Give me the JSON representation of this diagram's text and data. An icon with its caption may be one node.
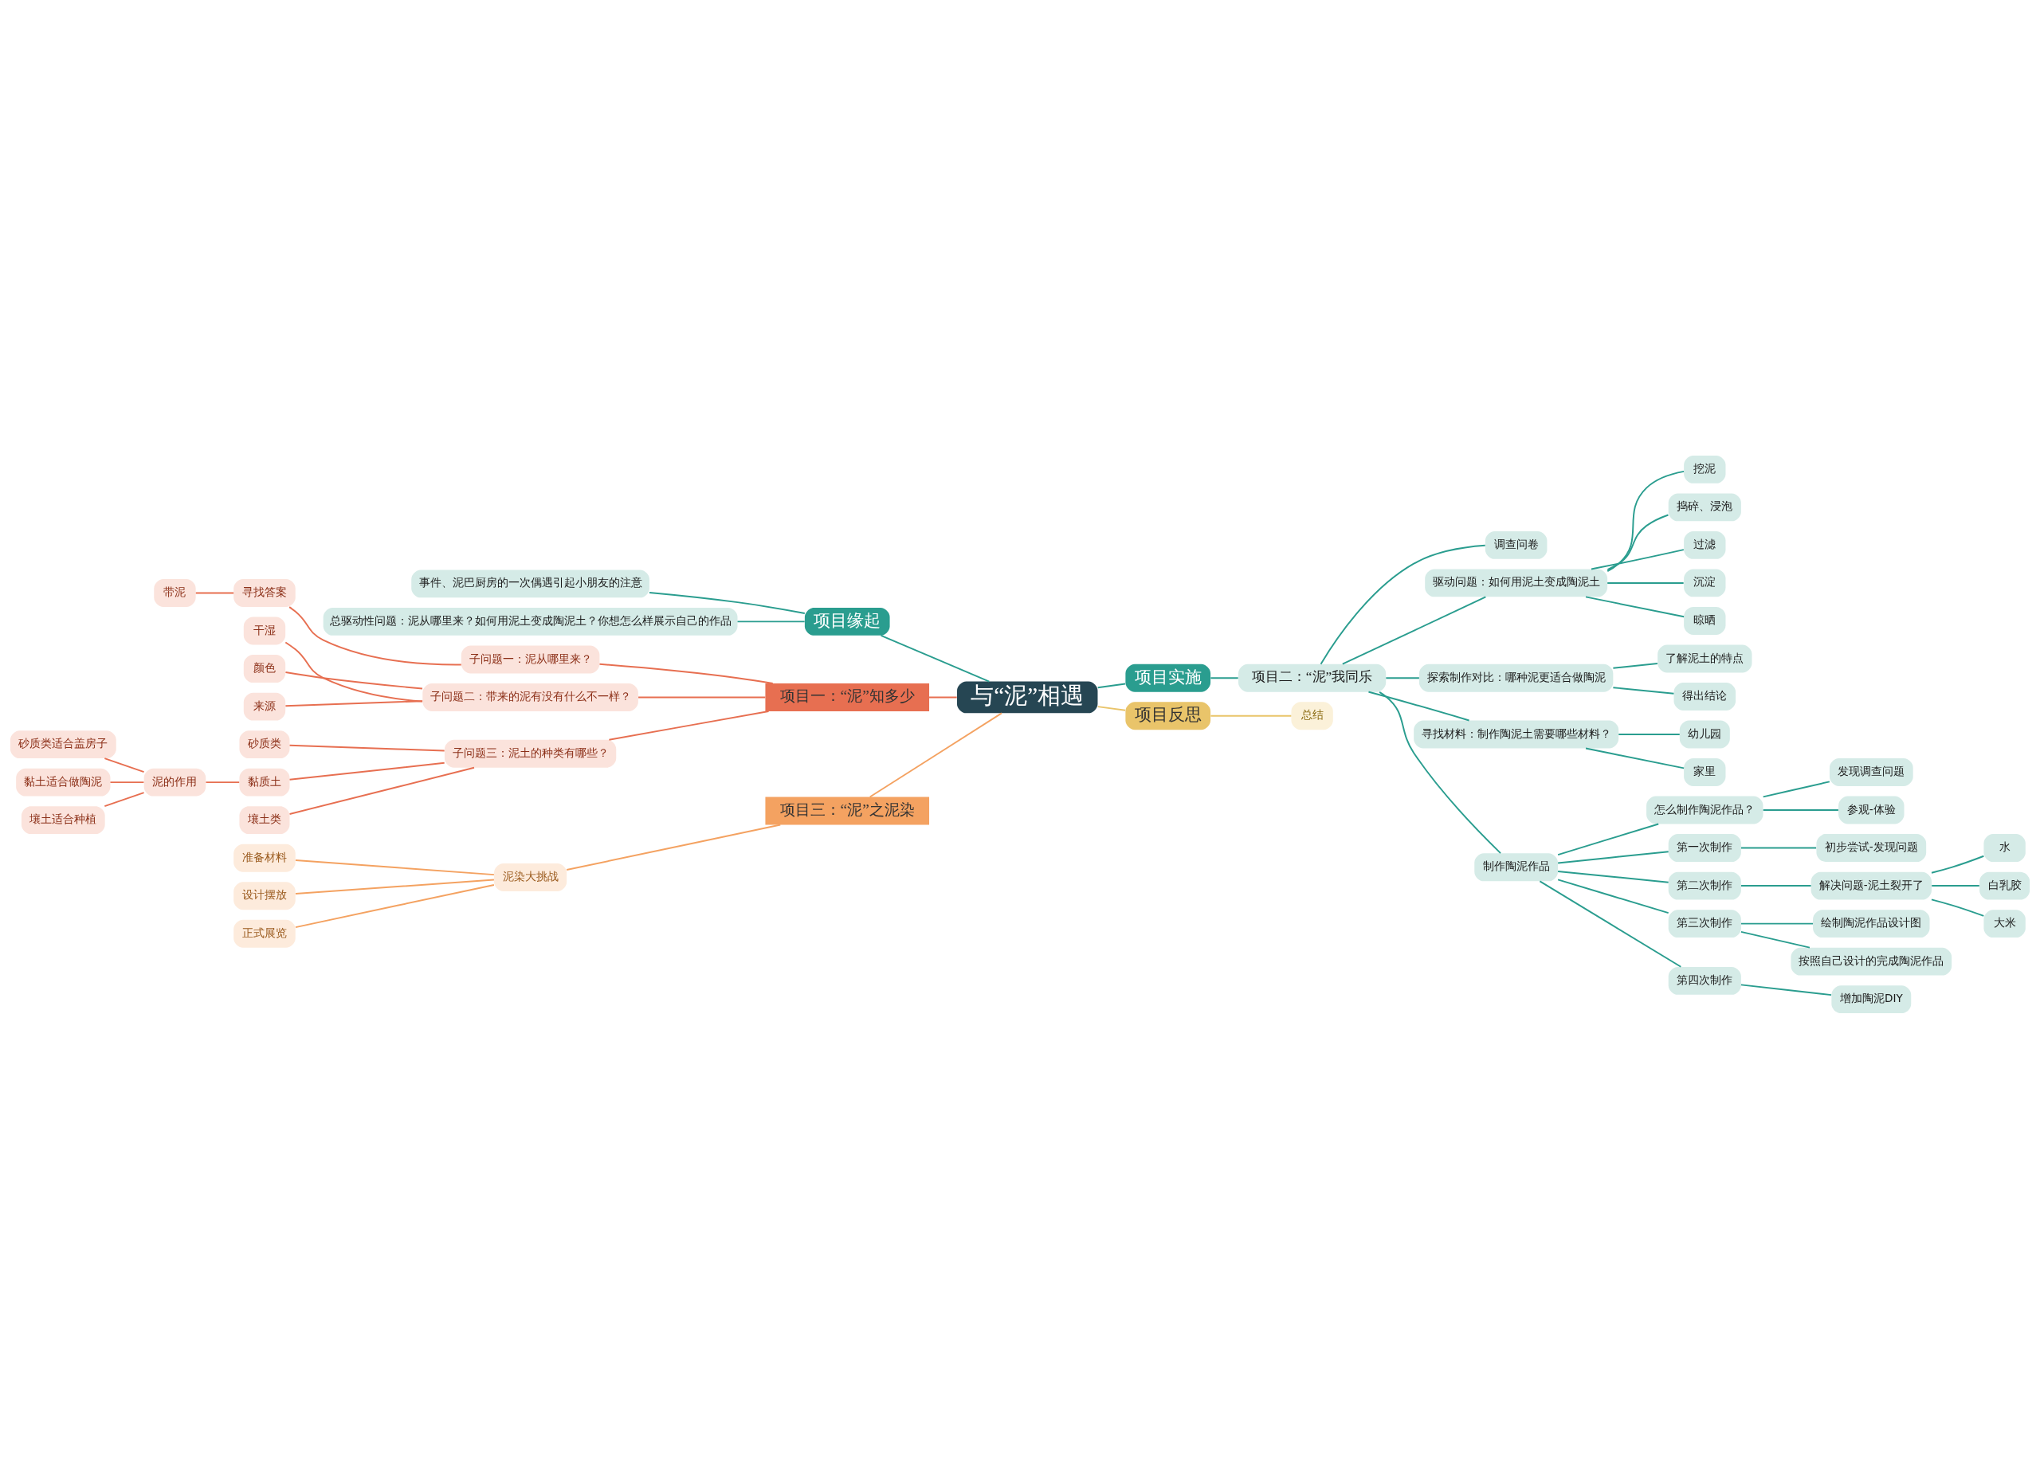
{
  "diagram": {
    "nodes": [
      {
        "text": [
          "与“泥”相遇"
        ]
      },
      {
        "text": [
          "项目实施"
        ]
      },
      {
        "text": [
          "项目二：“泥”我同乐"
        ]
      },
      {
        "text": [
          "调查问卷"
        ]
      },
      {
        "text": [
          "驱动问题：如何用泥土变成陶泥土"
        ]
      },
      {
        "text": [
          "挖泥"
        ]
      },
      {
        "text": [
          "捣碎、浸泡"
        ]
      },
      {
        "text": [
          "过滤"
        ]
      },
      {
        "text": [
          "沉淀"
        ]
      },
      {
        "text": [
          "晾晒"
        ]
      },
      {
        "text": [
          "探索制作对比：哪种泥更适合做陶泥"
        ]
      },
      {
        "text": [
          "了解泥土的特点"
        ]
      },
      {
        "text": [
          "得出结论"
        ]
      },
      {
        "text": [
          "寻找材料：制作陶泥土需要哪些材料？"
        ]
      },
      {
        "text": [
          "幼儿园"
        ]
      },
      {
        "text": [
          "家里"
        ]
      },
      {
        "text": [
          "制作陶泥作品"
        ]
      },
      {
        "text": [
          "怎么制作陶泥作品？"
        ]
      },
      {
        "text": [
          "发现调查问题"
        ]
      },
      {
        "text": [
          "参观-体验"
        ]
      },
      {
        "text": [
          "第一次制作"
        ]
      },
      {
        "text": [
          "初步尝试-发现问题"
        ]
      },
      {
        "text": [
          "第二次制作"
        ]
      },
      {
        "text": [
          "解决问题-泥土裂开了"
        ]
      },
      {
        "text": [
          "水"
        ]
      },
      {
        "text": [
          "白乳胶"
        ]
      },
      {
        "text": [
          "大米"
        ]
      },
      {
        "text": [
          "第三次制作"
        ]
      },
      {
        "text": [
          "绘制陶泥作品设计图"
        ]
      },
      {
        "text": [
          "按照自己设计的完成陶泥作品"
        ]
      },
      {
        "text": [
          "第四次制作"
        ]
      },
      {
        "text": [
          "增加陶泥DIY"
        ]
      },
      {
        "text": [
          "项目反思"
        ]
      },
      {
        "text": [
          "总结"
        ]
      },
      {
        "text": [
          "项目缘起"
        ]
      },
      {
        "text": [
          "事件、泥巴厨房的一次偶遇引起小朋友的注意"
        ]
      },
      {
        "text": [
          "总驱动性问题：泥从哪里来？如何用泥土变成陶泥土？你想怎么样展示自己的作品"
        ]
      },
      {
        "text": [
          "项目一：“泥”知多少"
        ]
      },
      {
        "text": [
          "子问题一：泥从哪里来？"
        ]
      },
      {
        "text": [
          "寻找答案"
        ]
      },
      {
        "text": [
          "带泥"
        ]
      },
      {
        "text": [
          "子问题二：带来的泥有没有什么不一样？"
        ]
      },
      {
        "text": [
          "干湿"
        ]
      },
      {
        "text": [
          "颜色"
        ]
      },
      {
        "text": [
          "来源"
        ]
      },
      {
        "text": [
          "子问题三：泥土的种类有哪些？"
        ]
      },
      {
        "text": [
          "砂质类"
        ]
      },
      {
        "text": [
          "黏质土"
        ]
      },
      {
        "text": [
          "泥的作用"
        ]
      },
      {
        "text": [
          "砂质类适合盖房子"
        ]
      },
      {
        "text": [
          "黏土适合做陶泥"
        ]
      },
      {
        "text": [
          "壤土适合种植"
        ]
      },
      {
        "text": [
          "壤土类"
        ]
      },
      {
        "text": [
          "项目三：“泥”之泥染"
        ]
      },
      {
        "text": [
          "泥染大挑战"
        ]
      },
      {
        "text": [
          "准备材料"
        ]
      },
      {
        "text": [
          "设计摆放"
        ]
      },
      {
        "text": [
          "正式展览"
        ]
      }
    ],
    "edges": [
      {
        "from": 0,
        "to": 1,
        "arrow": "none"
      },
      {
        "from": 1,
        "to": 2,
        "arrow": "none"
      },
      {
        "from": 2,
        "to": 3,
        "arrow": "none"
      },
      {
        "from": 2,
        "to": 4,
        "arrow": "none"
      },
      {
        "from": 4,
        "to": 5,
        "arrow": "none"
      },
      {
        "from": 4,
        "to": 6,
        "arrow": "none"
      },
      {
        "from": 4,
        "to": 7,
        "arrow": "none"
      },
      {
        "from": 4,
        "to": 8,
        "arrow": "none"
      },
      {
        "from": 4,
        "to": 9,
        "arrow": "none"
      },
      {
        "from": 2,
        "to": 10,
        "arrow": "none"
      },
      {
        "from": 10,
        "to": 11,
        "arrow": "none"
      },
      {
        "from": 10,
        "to": 12,
        "arrow": "none"
      },
      {
        "from": 2,
        "to": 13,
        "arrow": "none"
      },
      {
        "from": 13,
        "to": 14,
        "arrow": "none"
      },
      {
        "from": 13,
        "to": 15,
        "arrow": "none"
      },
      {
        "from": 2,
        "to": 16,
        "arrow": "none"
      },
      {
        "from": 16,
        "to": 17,
        "arrow": "none"
      },
      {
        "from": 17,
        "to": 18,
        "arrow": "none"
      },
      {
        "from": 17,
        "to": 19,
        "arrow": "none"
      },
      {
        "from": 16,
        "to": 20,
        "arrow": "none"
      },
      {
        "from": 20,
        "to": 21,
        "arrow": "none"
      },
      {
        "from": 16,
        "to": 22,
        "arrow": "none"
      },
      {
        "from": 22,
        "to": 23,
        "arrow": "none"
      },
      {
        "from": 23,
        "to": 24,
        "arrow": "none"
      },
      {
        "from": 23,
        "to": 25,
        "arrow": "none"
      },
      {
        "from": 23,
        "to": 26,
        "arrow": "none"
      },
      {
        "from": 16,
        "to": 27,
        "arrow": "none"
      },
      {
        "from": 27,
        "to": 28,
        "arrow": "none"
      },
      {
        "from": 27,
        "to": 29,
        "arrow": "none"
      },
      {
        "from": 16,
        "to": 30,
        "arrow": "none"
      },
      {
        "from": 30,
        "to": 31,
        "arrow": "none"
      },
      {
        "from": 0,
        "to": 32,
        "arrow": "none",
        "color": "#e9c46a"
      },
      {
        "from": 32,
        "to": 33,
        "arrow": "none",
        "color": "#e9c46a"
      },
      {
        "from": 0,
        "to": 34,
        "arrow": "none"
      },
      {
        "from": 34,
        "to": 35,
        "arrow": "none"
      },
      {
        "from": 34,
        "to": 36,
        "arrow": "none"
      },
      {
        "from": 0,
        "to": 37,
        "arrow": "none",
        "color": "#e76f51"
      },
      {
        "from": 37,
        "to": 38,
        "arrow": "none",
        "color": "#e76f51"
      },
      {
        "from": 38,
        "to": 39,
        "arrow": "none",
        "color": "#e76f51"
      },
      {
        "from": 39,
        "to": 40,
        "arrow": "none",
        "color": "#e76f51"
      },
      {
        "from": 37,
        "to": 41,
        "arrow": "none",
        "color": "#e76f51"
      },
      {
        "from": 41,
        "to": 42,
        "arrow": "none",
        "color": "#e76f51"
      },
      {
        "from": 41,
        "to": 43,
        "arrow": "none",
        "color": "#e76f51"
      },
      {
        "from": 41,
        "to": 44,
        "arrow": "none",
        "color": "#e76f51"
      },
      {
        "from": 37,
        "to": 45,
        "arrow": "none",
        "color": "#e76f51"
      },
      {
        "from": 45,
        "to": 46,
        "arrow": "none",
        "color": "#e76f51"
      },
      {
        "from": 45,
        "to": 47,
        "arrow": "none",
        "color": "#e76f51"
      },
      {
        "from": 47,
        "to": 48,
        "arrow": "none",
        "color": "#e76f51"
      },
      {
        "from": 48,
        "to": 49,
        "arrow": "none",
        "color": "#e76f51"
      },
      {
        "from": 48,
        "to": 50,
        "arrow": "none",
        "color": "#e76f51"
      },
      {
        "from": 48,
        "to": 51,
        "arrow": "none",
        "color": "#e76f51"
      },
      {
        "from": 45,
        "to": 52,
        "arrow": "none",
        "color": "#e76f51"
      },
      {
        "from": 0,
        "to": 53,
        "arrow": "none",
        "color": "#f4a261"
      },
      {
        "from": 53,
        "to": 54,
        "arrow": "none",
        "color": "#f4a261"
      },
      {
        "from": 54,
        "to": 55,
        "arrow": "none",
        "color": "#f4a261"
      },
      {
        "from": 54,
        "to": 56,
        "arrow": "none",
        "color": "#f4a261"
      },
      {
        "from": 54,
        "to": 57,
        "arrow": "none",
        "color": "#f4a261"
      }
    ]
  }
}
